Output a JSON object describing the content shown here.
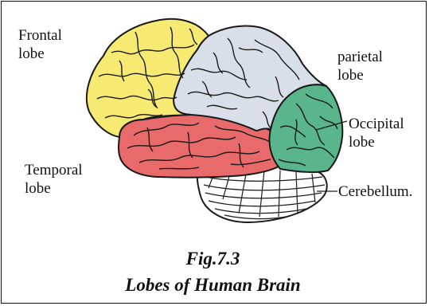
{
  "labels": {
    "frontal_line1": "Frontal",
    "frontal_line2": "lobe",
    "parietal_line1": "parietal",
    "parietal_line2": "lobe",
    "occipital_line1": "Occipital",
    "occipital_line2": "lobe",
    "temporal_line1": "Temporal",
    "temporal_line2": "lobe",
    "cerebellum": "Cerebellum."
  },
  "caption": {
    "figure_number": "Fig.7.3",
    "title": "Lobes of Human Brain"
  },
  "colors": {
    "frontal": "#f7ea72",
    "parietal": "#d9dfe8",
    "occipital": "#58b58c",
    "temporal": "#e86a6a",
    "cerebellum": "#ffffff",
    "outline": "#1a1a1a"
  }
}
